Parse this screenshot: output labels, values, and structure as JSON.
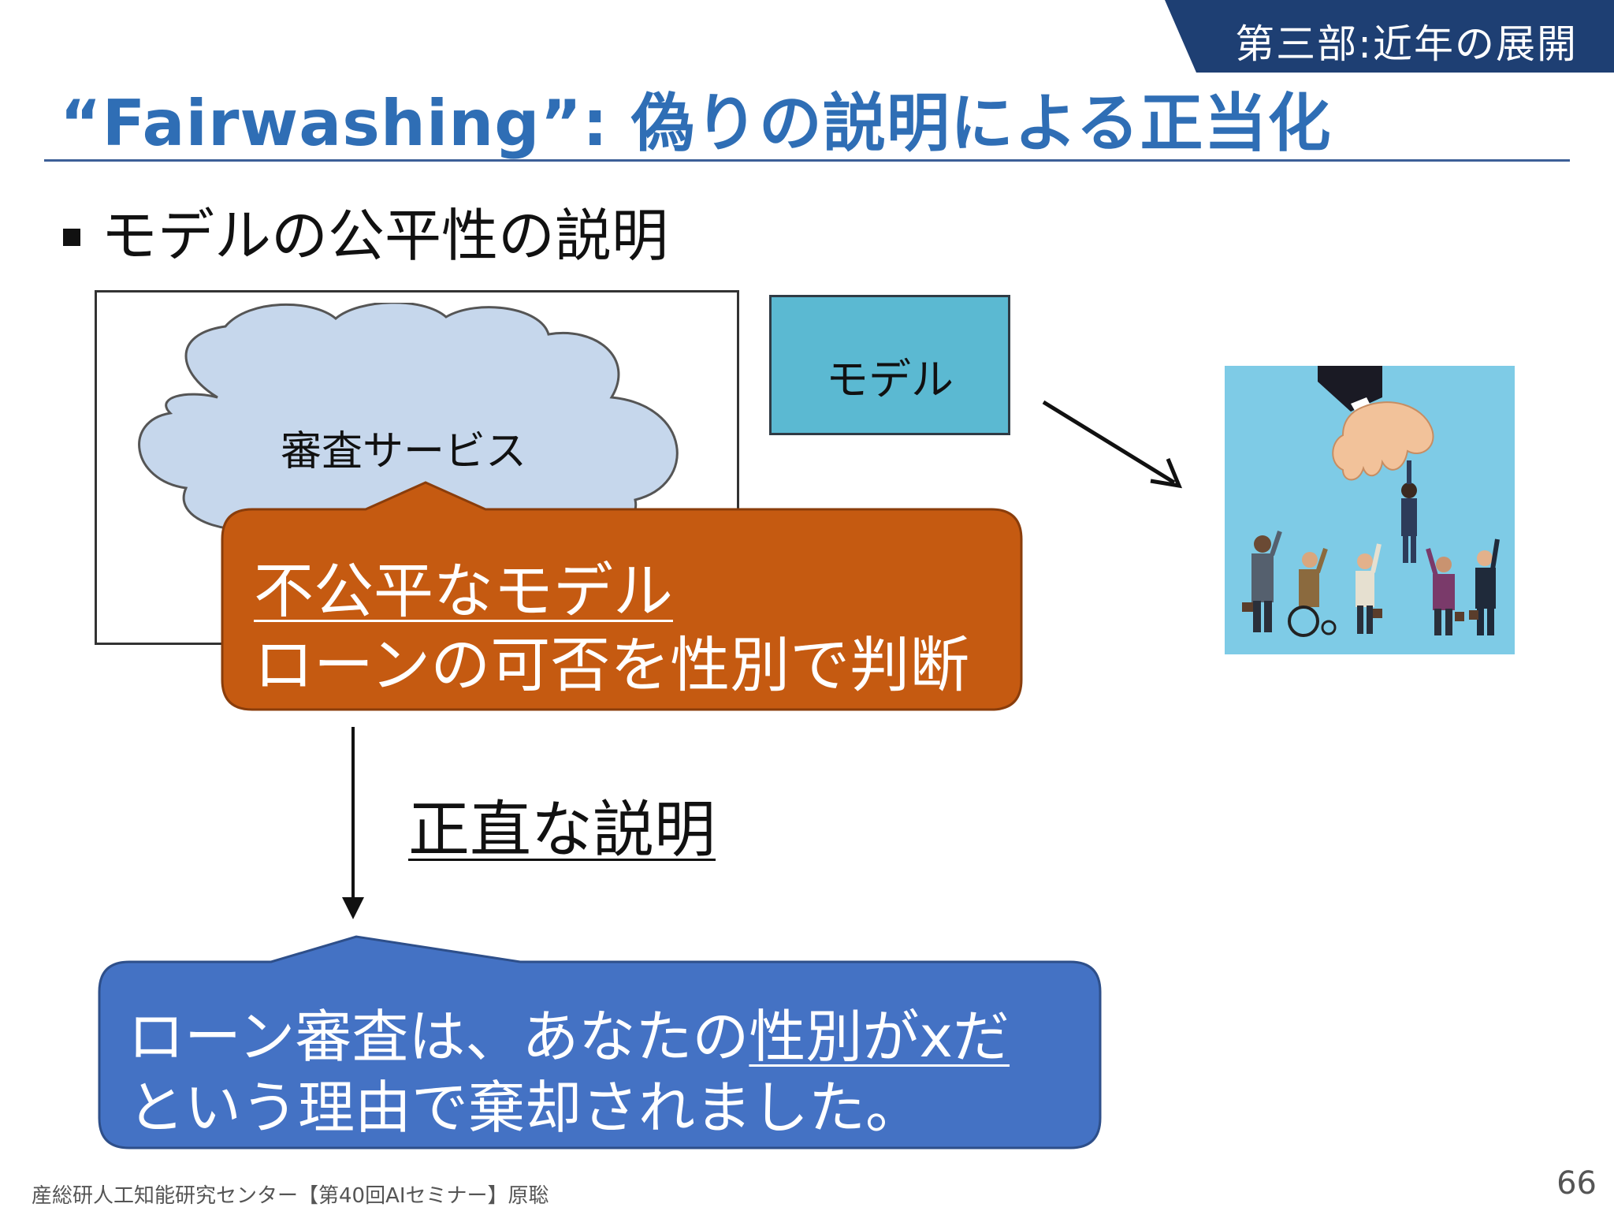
{
  "header": {
    "section_tag": "第三部:近年の展開",
    "title": "“Fairwashing”: 偽りの説明による正当化"
  },
  "bullet": {
    "text": "モデルの公平性の説明"
  },
  "diagram": {
    "service_label": "審査サービス",
    "model_label": "モデル",
    "unfair_callout": {
      "line1": "不公平なモデル",
      "line2": "ローンの可否を性別で判断"
    },
    "honest_label": "正直な説明",
    "honest_callout": {
      "line1_prefix": "ローン審査は、あなたの",
      "line1_underlined": "性別がxだ",
      "line2": "という理由で棄却されました。"
    }
  },
  "footer": {
    "text": "産総研人工知能研究センター【第40回AIセミナー】原聡",
    "page_number": "66"
  },
  "colors": {
    "title_blue": "#2f6eb5",
    "tag_navy": "#1e3f73",
    "unfair_orange": "#c55a11",
    "honest_blue": "#4472c4",
    "model_teal": "#5bb9d2",
    "cloud_fill": "#c6d7ec"
  }
}
